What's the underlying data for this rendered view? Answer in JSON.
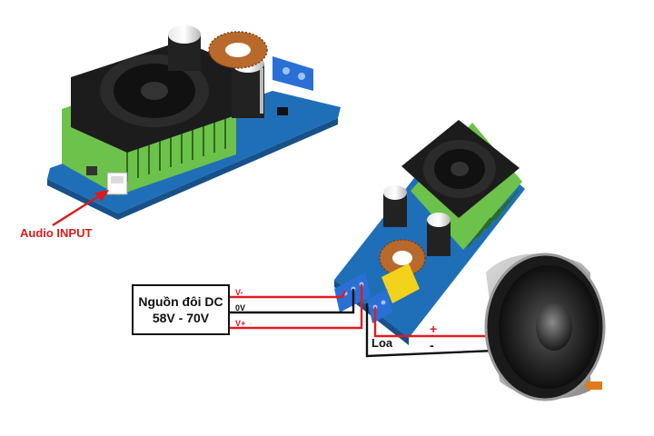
{
  "annotations": {
    "audio_input": "Audio INPUT",
    "loa": "Loa",
    "plus": "+",
    "minus": "-"
  },
  "power_supply": {
    "line1": "Nguồn đôi DC",
    "line2": "58V - 70V"
  },
  "wires": {
    "v_minus": "V-",
    "zero_v": "0V",
    "v_plus": "V+"
  },
  "colors": {
    "wire_red": "#e01b24",
    "wire_black": "#111111",
    "pcb_blue": "#1f6fb8",
    "heatsink_green": "#6cc24a",
    "fan_black": "#1c1c1c",
    "terminal_blue": "#2a6fd6"
  }
}
